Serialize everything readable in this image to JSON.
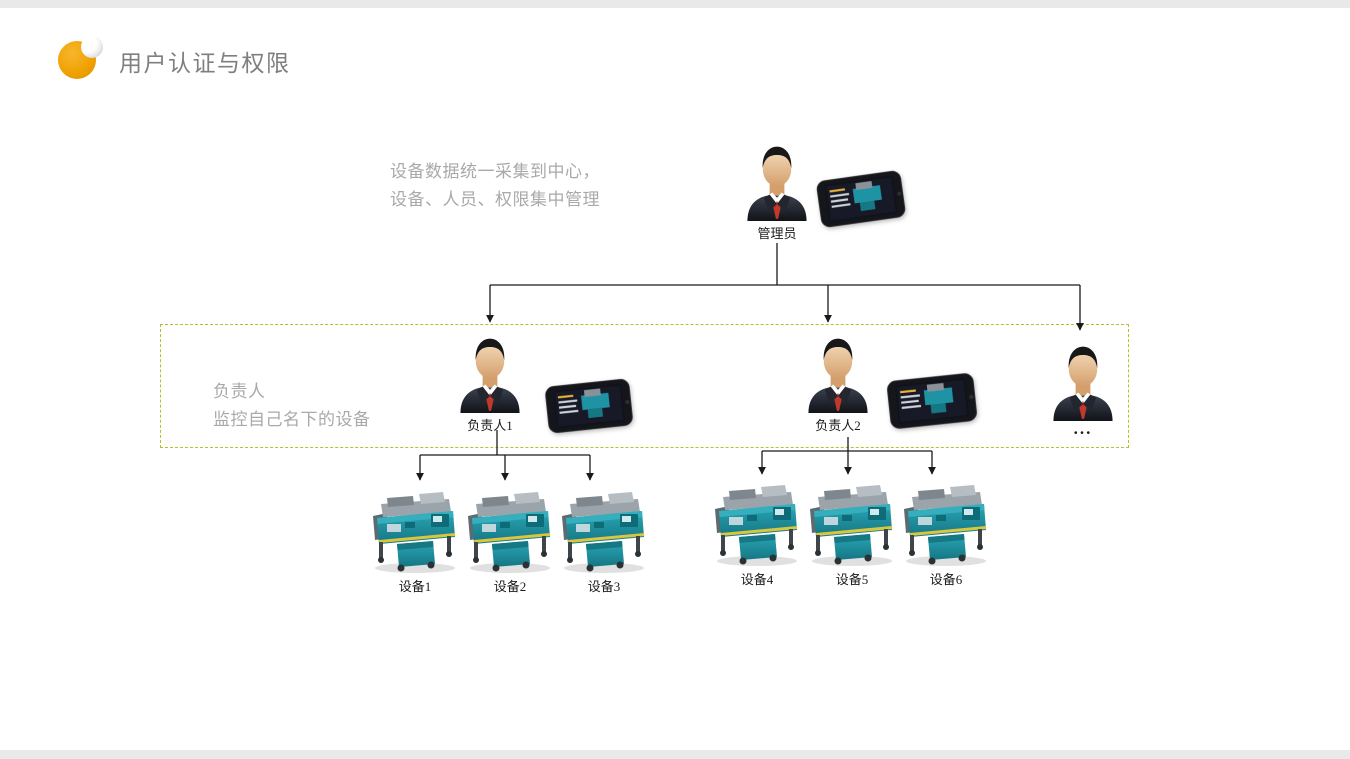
{
  "slide": {
    "title": "用户认证与权限",
    "notes": {
      "admin_line1": "设备数据统一采集到中心，",
      "admin_line2": "设备、人员、权限集中管理",
      "manager_line1": "负责人",
      "manager_line2": "监控自己名下的设备"
    },
    "admin": {
      "label": "管理员"
    },
    "managers": [
      {
        "label": "负责人1"
      },
      {
        "label": "负责人2"
      },
      {
        "label": "..."
      }
    ],
    "devices": [
      {
        "label": "设备1"
      },
      {
        "label": "设备2"
      },
      {
        "label": "设备3"
      },
      {
        "label": "设备4"
      },
      {
        "label": "设备5"
      },
      {
        "label": "设备6"
      }
    ],
    "colors": {
      "accent_orange": "#EFA000",
      "dashed_border": "#B9BF2A",
      "title_gray": "#7F7F7F",
      "note_gray": "#A9A9A9",
      "machine_teal": "#1B93A4"
    }
  }
}
